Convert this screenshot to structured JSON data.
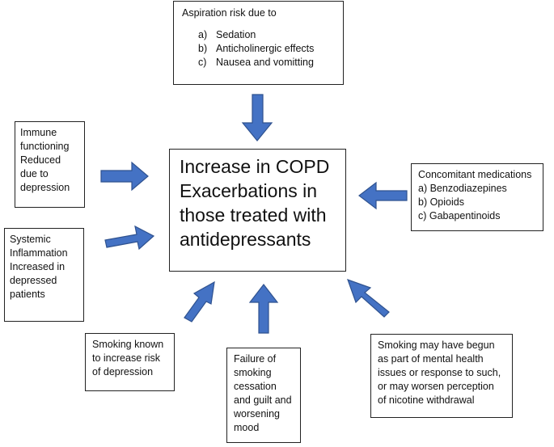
{
  "center": {
    "lines": [
      "Increase in COPD",
      "Exacerbations in",
      "those treated with",
      "antidepressants"
    ]
  },
  "aspiration": {
    "title": "Aspiration risk due to",
    "items": [
      {
        "marker": "a)",
        "text": "Sedation"
      },
      {
        "marker": "b)",
        "text": "Anticholinergic effects"
      },
      {
        "marker": "c)",
        "text": "Nausea and vomitting"
      }
    ]
  },
  "immune": {
    "lines": [
      "Immune",
      "functioning",
      "Reduced",
      "due to",
      "depression"
    ]
  },
  "systemic": {
    "lines": [
      "Systemic",
      "Inflammation",
      "Increased in",
      "depressed",
      "patients"
    ]
  },
  "concomitant": {
    "lines": [
      "Concomitant medications",
      "a) Benzodiazepines",
      "b) Opioids",
      "c) Gabapentinoids"
    ]
  },
  "smoking_risk": {
    "lines": [
      "Smoking known",
      "to increase risk",
      "of depression"
    ]
  },
  "failure": {
    "lines": [
      "Failure of",
      "smoking",
      "cessation",
      "and guilt and",
      "worsening",
      "mood"
    ]
  },
  "smoking_begun": {
    "lines": [
      "Smoking may have begun",
      "as part of mental health",
      "issues or response to such,",
      "or may worsen perception",
      "of nicotine withdrawal"
    ]
  },
  "colors": {
    "arrow_fill": "#4472c4",
    "arrow_stroke": "#2f528f"
  }
}
